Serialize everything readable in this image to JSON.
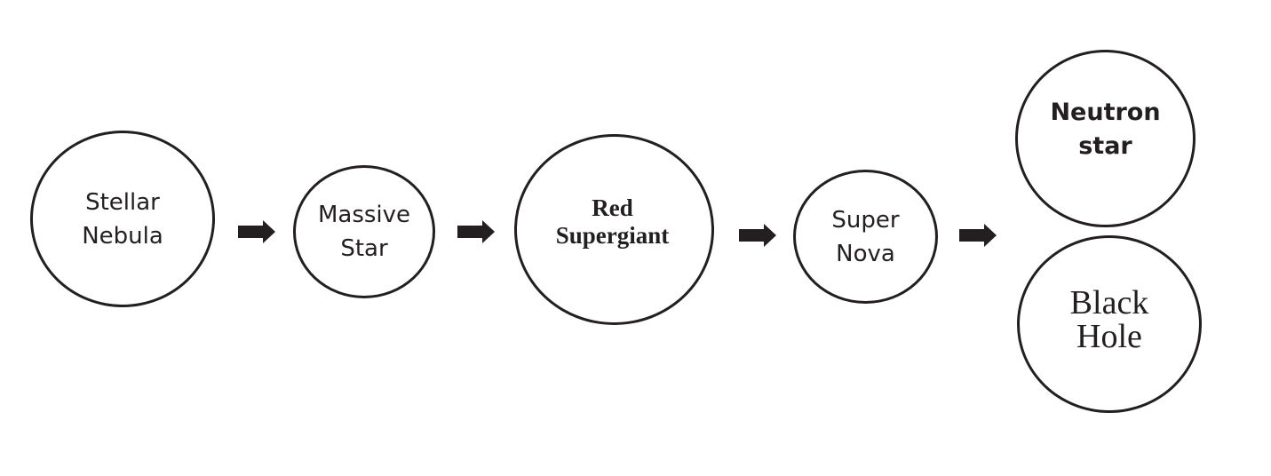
{
  "diagram": {
    "stages": [
      {
        "label": "Stellar\nNebula"
      },
      {
        "label": "Massive\nStar"
      },
      {
        "label": "Red\nSupergiant"
      },
      {
        "label": "Super\nNova"
      },
      {
        "label": "Neutron\nstar"
      },
      {
        "label": "Black\nHole"
      }
    ]
  },
  "colors": {
    "stroke": "#231f20",
    "background": "#ffffff"
  }
}
